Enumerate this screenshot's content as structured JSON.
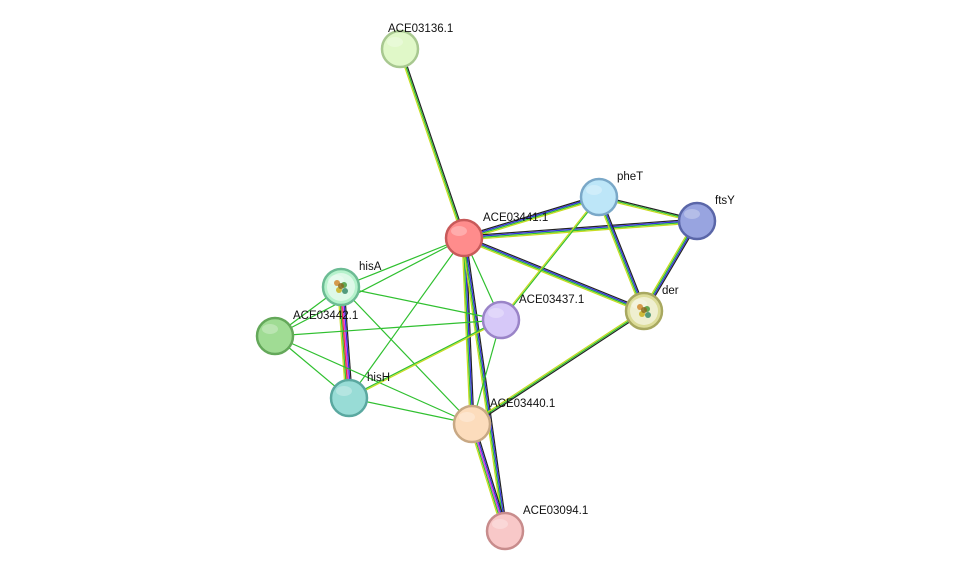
{
  "network": {
    "nodes": [
      {
        "id": "ACE03136.1",
        "label": "ACE03136.1",
        "fill": "#e0f8c8",
        "stroke": "#a8c890",
        "structure": false
      },
      {
        "id": "pheT",
        "label": "pheT",
        "fill": "#bde6f8",
        "stroke": "#7aa8c8",
        "structure": false
      },
      {
        "id": "ftsY",
        "label": "ftsY",
        "fill": "#98a4e0",
        "stroke": "#5a66a8",
        "structure": false
      },
      {
        "id": "ACE03441.1",
        "label": "ACE03441.1",
        "fill": "#ff8c8c",
        "stroke": "#c85a5a",
        "structure": false
      },
      {
        "id": "hisA",
        "label": "hisA",
        "fill": "#b6f2cc",
        "stroke": "#6cbc94",
        "structure": true
      },
      {
        "id": "der",
        "label": "der",
        "fill": "#dcdc98",
        "stroke": "#a8a860",
        "structure": true
      },
      {
        "id": "ACE03437.1",
        "label": "ACE03437.1",
        "fill": "#d6c8f8",
        "stroke": "#9a84c8",
        "structure": false
      },
      {
        "id": "ACE03442.1",
        "label": "ACE03442.1",
        "fill": "#a0dc94",
        "stroke": "#64a85a",
        "structure": false
      },
      {
        "id": "hisH",
        "label": "hisH",
        "fill": "#98dcd6",
        "stroke": "#5aa8a0",
        "structure": false
      },
      {
        "id": "ACE03440.1",
        "label": "ACE03440.1",
        "fill": "#fcdcbc",
        "stroke": "#c8a884",
        "structure": false
      },
      {
        "id": "ACE03094.1",
        "label": "ACE03094.1",
        "fill": "#f8c8c8",
        "stroke": "#c88c8c",
        "structure": false
      }
    ],
    "edges": [
      {
        "source": "ACE03136.1",
        "target": "ACE03441.1",
        "colors": [
          "#222222",
          "#30c030",
          "#c8dc20"
        ]
      },
      {
        "source": "ACE03441.1",
        "target": "pheT",
        "colors": [
          "#222222",
          "#3030e0",
          "#30c030",
          "#c8dc20"
        ]
      },
      {
        "source": "ACE03441.1",
        "target": "ftsY",
        "colors": [
          "#222222",
          "#3030e0",
          "#30c030",
          "#c8dc20"
        ]
      },
      {
        "source": "ACE03441.1",
        "target": "der",
        "colors": [
          "#222222",
          "#3030e0",
          "#30c030",
          "#c8dc20"
        ]
      },
      {
        "source": "ACE03441.1",
        "target": "ACE03440.1",
        "colors": [
          "#222222",
          "#3030e0",
          "#30c030",
          "#c8dc20"
        ]
      },
      {
        "source": "ACE03441.1",
        "target": "ACE03094.1",
        "colors": [
          "#222222",
          "#3030e0",
          "#30c030",
          "#c8dc20"
        ]
      },
      {
        "source": "ACE03441.1",
        "target": "hisA",
        "colors": [
          "#30c030"
        ]
      },
      {
        "source": "ACE03441.1",
        "target": "ACE03442.1",
        "colors": [
          "#30c030"
        ]
      },
      {
        "source": "ACE03441.1",
        "target": "hisH",
        "colors": [
          "#30c030"
        ]
      },
      {
        "source": "ACE03441.1",
        "target": "ACE03437.1",
        "colors": [
          "#30c030"
        ]
      },
      {
        "source": "pheT",
        "target": "ftsY",
        "colors": [
          "#222222",
          "#30c030",
          "#c8dc20"
        ]
      },
      {
        "source": "pheT",
        "target": "der",
        "colors": [
          "#222222",
          "#3030e0",
          "#30c030",
          "#c8dc20"
        ]
      },
      {
        "source": "pheT",
        "target": "ACE03437.1",
        "colors": [
          "#30c030",
          "#c8dc20"
        ]
      },
      {
        "source": "ftsY",
        "target": "der",
        "colors": [
          "#222222",
          "#3030e0",
          "#30c030",
          "#c8dc20"
        ]
      },
      {
        "source": "der",
        "target": "ACE03440.1",
        "colors": [
          "#222222",
          "#30c030",
          "#c8dc20"
        ]
      },
      {
        "source": "hisA",
        "target": "hisH",
        "colors": [
          "#222222",
          "#3030e0",
          "#e030e0",
          "#e03030",
          "#30c030",
          "#c8dc20"
        ]
      },
      {
        "source": "hisA",
        "target": "ACE03442.1",
        "colors": [
          "#30c030"
        ]
      },
      {
        "source": "hisA",
        "target": "ACE03437.1",
        "colors": [
          "#30c030"
        ]
      },
      {
        "source": "hisA",
        "target": "ACE03440.1",
        "colors": [
          "#30c030"
        ]
      },
      {
        "source": "ACE03442.1",
        "target": "hisH",
        "colors": [
          "#30c030"
        ]
      },
      {
        "source": "ACE03442.1",
        "target": "ACE03437.1",
        "colors": [
          "#30c030"
        ]
      },
      {
        "source": "ACE03442.1",
        "target": "ACE03440.1",
        "colors": [
          "#30c030"
        ]
      },
      {
        "source": "hisH",
        "target": "ACE03440.1",
        "colors": [
          "#30c030"
        ]
      },
      {
        "source": "hisH",
        "target": "ACE03437.1",
        "colors": [
          "#30c030",
          "#c8dc20"
        ]
      },
      {
        "source": "ACE03437.1",
        "target": "ACE03440.1",
        "colors": [
          "#30c030"
        ]
      },
      {
        "source": "ACE03440.1",
        "target": "ACE03094.1",
        "colors": [
          "#222222",
          "#3030e0",
          "#e030e0",
          "#30c030",
          "#c8dc20"
        ]
      }
    ]
  }
}
